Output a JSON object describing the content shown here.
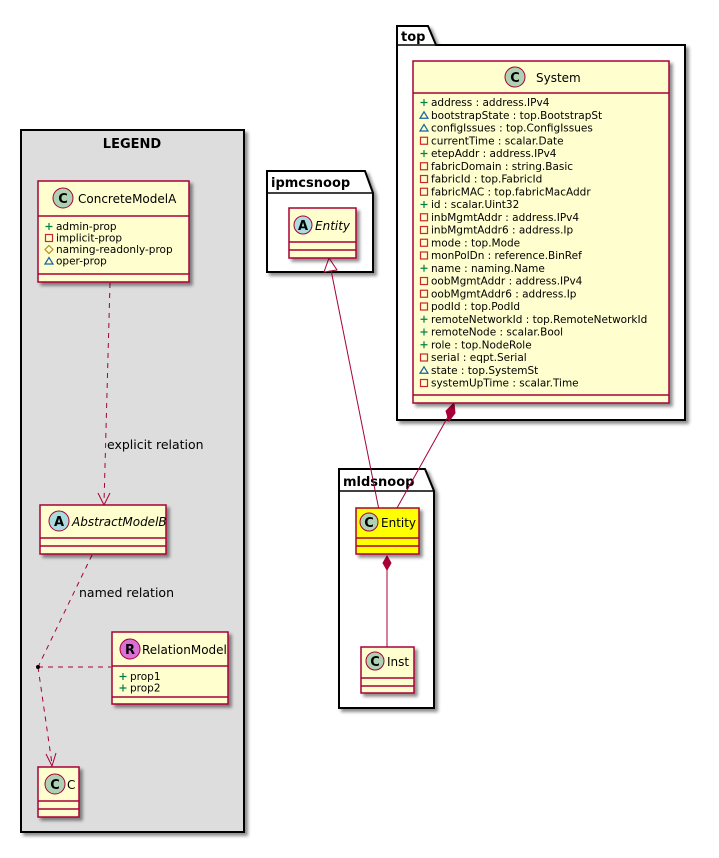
{
  "legend": {
    "title": "LEGEND",
    "concrete_model": {
      "name": "ConcreteModelA",
      "stereotype": "C",
      "attributes": [
        {
          "vis": "+",
          "text": "admin-prop"
        },
        {
          "vis": "-",
          "text": "implicit-prop"
        },
        {
          "vis": "#",
          "text": "naming-readonly-prop"
        },
        {
          "vis": "~",
          "text": "oper-prop"
        }
      ]
    },
    "abstract_model": {
      "name": "AbstractModelB",
      "stereotype": "A"
    },
    "relation_model": {
      "name": "RelationModel",
      "stereotype": "R",
      "attributes": [
        {
          "vis": "+",
          "text": "prop1"
        },
        {
          "vis": "+",
          "text": "prop2"
        }
      ]
    },
    "class_c": {
      "name": "C",
      "stereotype": "C"
    },
    "explicit_relation_label": "explicit relation",
    "named_relation_label": "named relation"
  },
  "packages": {
    "ipmcsnoop": {
      "name": "ipmcsnoop",
      "class": {
        "name": "Entity",
        "stereotype": "A"
      }
    },
    "top": {
      "name": "top",
      "class": {
        "name": "System",
        "stereotype": "C",
        "attributes": [
          {
            "vis": "+",
            "text": "address : address.IPv4"
          },
          {
            "vis": "~",
            "text": "bootstrapState : top.BootstrapSt"
          },
          {
            "vis": "~",
            "text": "configIssues : top.ConfigIssues"
          },
          {
            "vis": "-",
            "text": "currentTime : scalar.Date"
          },
          {
            "vis": "+",
            "text": "etepAddr : address.IPv4"
          },
          {
            "vis": "-",
            "text": "fabricDomain : string.Basic"
          },
          {
            "vis": "-",
            "text": "fabricId : top.FabricId"
          },
          {
            "vis": "-",
            "text": "fabricMAC : top.fabricMacAddr"
          },
          {
            "vis": "+",
            "text": "id : scalar.Uint32"
          },
          {
            "vis": "-",
            "text": "inbMgmtAddr : address.IPv4"
          },
          {
            "vis": "-",
            "text": "inbMgmtAddr6 : address.Ip"
          },
          {
            "vis": "-",
            "text": "mode : top.Mode"
          },
          {
            "vis": "-",
            "text": "monPolDn : reference.BinRef"
          },
          {
            "vis": "+",
            "text": "name : naming.Name"
          },
          {
            "vis": "-",
            "text": "oobMgmtAddr : address.IPv4"
          },
          {
            "vis": "-",
            "text": "oobMgmtAddr6 : address.Ip"
          },
          {
            "vis": "-",
            "text": "podId : top.PodId"
          },
          {
            "vis": "+",
            "text": "remoteNetworkId : top.RemoteNetworkId"
          },
          {
            "vis": "+",
            "text": "remoteNode : scalar.Bool"
          },
          {
            "vis": "+",
            "text": "role : top.NodeRole"
          },
          {
            "vis": "-",
            "text": "serial : eqpt.Serial"
          },
          {
            "vis": "~",
            "text": "state : top.SystemSt"
          },
          {
            "vis": "-",
            "text": "systemUpTime : scalar.Time"
          }
        ]
      }
    },
    "mldsnoop": {
      "name": "mldsnoop",
      "entity": {
        "name": "Entity",
        "stereotype": "C"
      },
      "inst": {
        "name": "Inst",
        "stereotype": "C"
      }
    }
  },
  "colors": {
    "class_fill": "#FEFECE",
    "class_border": "#A80036",
    "highlight_fill": "#FFFF00",
    "legend_fill": "#DDDDDD",
    "circle_c": "#ADD1B2",
    "circle_a": "#A9DCDF",
    "circle_r": "#D870D8",
    "line": "#A80036"
  }
}
